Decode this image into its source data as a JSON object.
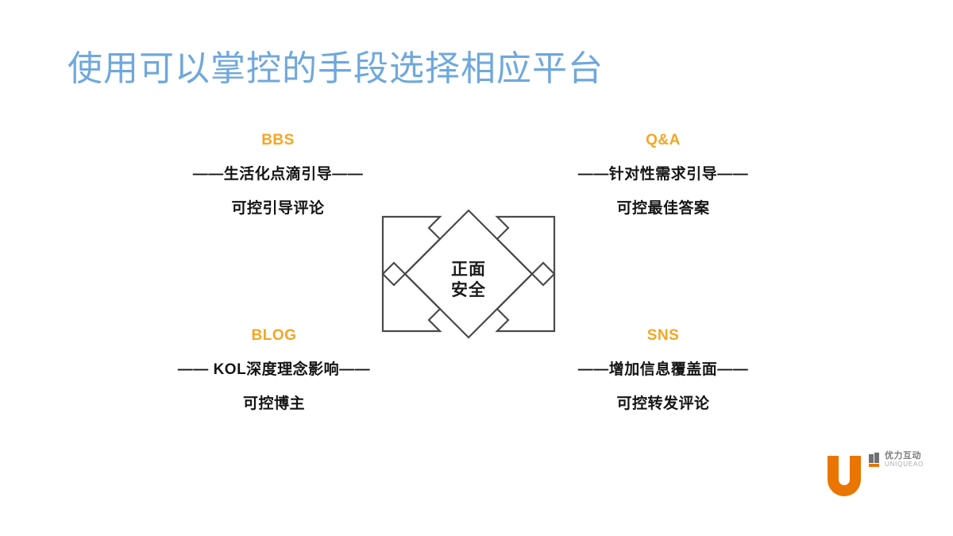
{
  "slide": {
    "background_color": "#ffffff",
    "title": "使用可以掌控的手段选择相应平台",
    "title_color": "#6fa8dc",
    "accent_color": "#f5a623"
  },
  "quadrants": [
    {
      "key": "bbs",
      "heading": "BBS",
      "line1": "——生活化点滴引导——",
      "line2": "可控引导评论",
      "position": "top-left"
    },
    {
      "key": "qa",
      "heading": "Q&A",
      "line1": "——针对性需求引导——",
      "line2": "可控最佳答案",
      "position": "top-right"
    },
    {
      "key": "blog",
      "heading": "BLOG",
      "line1": "—— KOL深度理念影响——",
      "line2": "可控博主",
      "position": "bottom-left"
    },
    {
      "key": "sns",
      "heading": "SNS",
      "line1": "——增加信息覆盖面——",
      "line2": "可控转发评论",
      "position": "bottom-right"
    }
  ],
  "center": {
    "shape": "diamond",
    "line1": "正面",
    "line2": "安全",
    "arrow_count": 4,
    "arrow_directions": [
      "up-left",
      "up-right",
      "down-left",
      "down-right"
    ],
    "stroke_color": "#4a4a4a"
  },
  "logo": {
    "mark": "U",
    "mark_color": "#ea7500",
    "company_cn": "优力互动",
    "company_en": "UNIQUEAO"
  }
}
